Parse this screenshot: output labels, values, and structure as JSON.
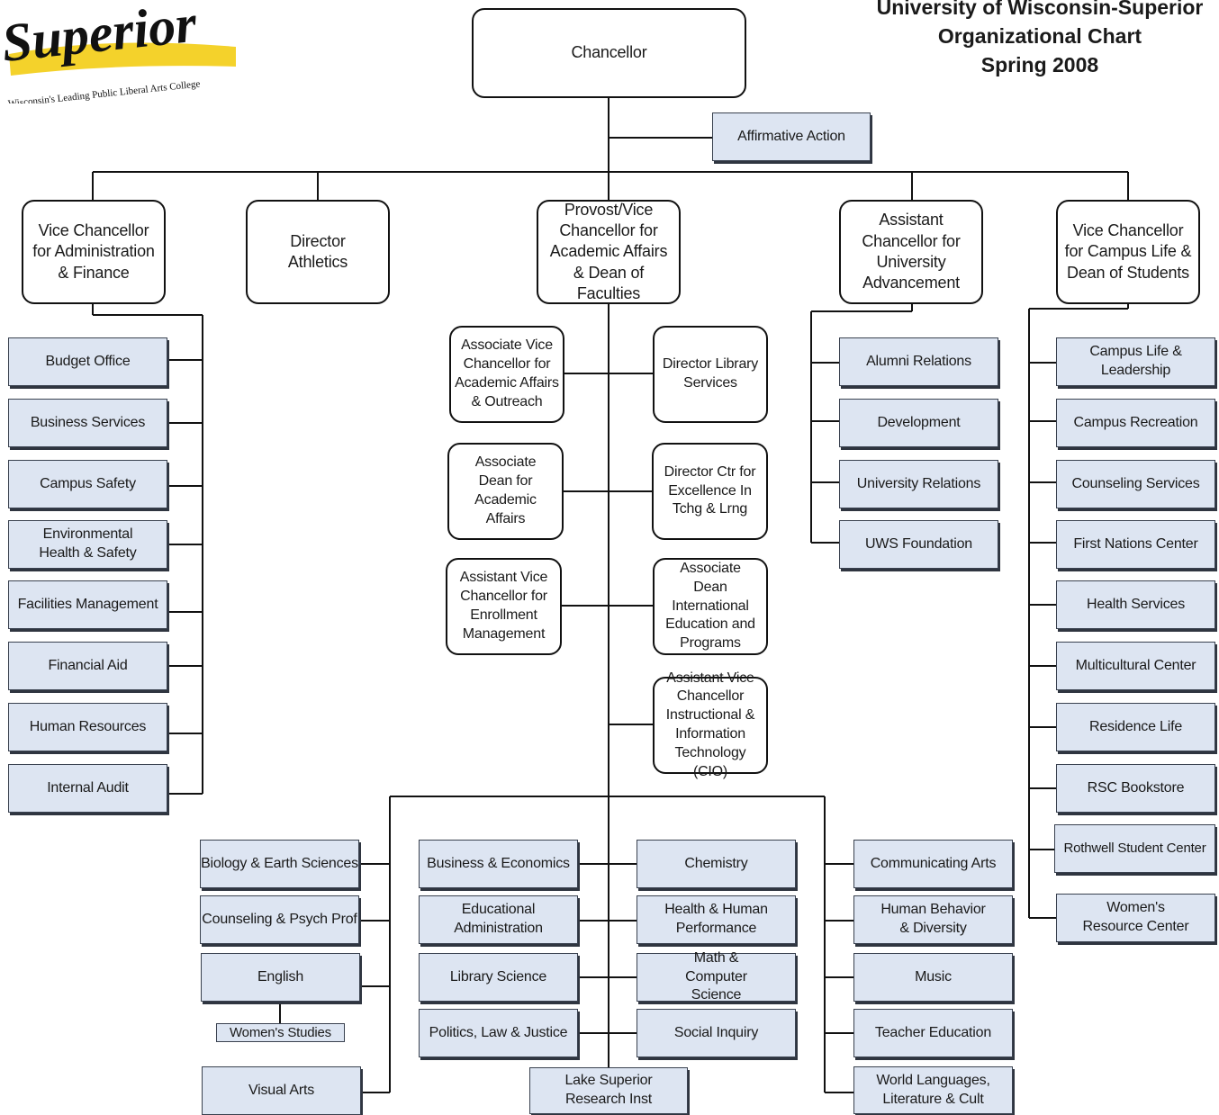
{
  "logo": {
    "wordmark": "Superior",
    "tagline": "Wisconsin's Leading Public Liberal Arts College",
    "accent_color": "#f4d22b"
  },
  "header": {
    "line1": "University of Wisconsin-Superior",
    "line2": "Organizational Chart",
    "line3": "Spring 2008"
  },
  "chancellor": "Chancellor",
  "affirmative_action": "Affirmative Action",
  "vc_admin": "Vice Chancellor for Administration & Finance",
  "director_athletics": "Director Athletics",
  "provost": "Provost/Vice Chancellor for Academic Affairs & Dean of Faculties",
  "asst_advancement": "Assistant Chancellor for University Advancement",
  "vc_campus_life": "Vice Chancellor for Campus Life & Dean of Students",
  "admin_units": [
    "Budget Office",
    "Business Services",
    "Campus Safety",
    "Environmental Health & Safety",
    "Facilities Management",
    "Financial Aid",
    "Human Resources",
    "Internal Audit"
  ],
  "provost_left": [
    "Associate Vice Chancellor for Academic Affairs & Outreach",
    "Associate Dean for Academic Affairs",
    "Assistant Vice Chancellor for Enrollment Management"
  ],
  "provost_right": [
    "Director Library Services",
    "Director Ctr for Excellence In Tchg & Lrng",
    "Associate Dean International Education and Programs",
    "Assistant Vice Chancellor Instructional & Information Technology (CIO)"
  ],
  "advancement_units": [
    "Alumni Relations",
    "Development",
    "University Relations",
    "UWS Foundation"
  ],
  "campus_life_units": [
    "Campus Life & Leadership",
    "Campus Recreation",
    "Counseling Services",
    "First Nations Center",
    "Health Services",
    "Multicultural Center",
    "Residence Life",
    "RSC Bookstore",
    "Rothwell Student Center",
    "Women's Resource Center"
  ],
  "departments": {
    "col1": [
      "Biology & Earth Sciences",
      "Counseling & Psych Prof",
      "English",
      "Visual Arts"
    ],
    "col1_sub": "Women's Studies",
    "col2": [
      "Business & Economics",
      "Educational Administration",
      "Library Science",
      "Politics, Law & Justice"
    ],
    "col3": [
      "Chemistry",
      "Health & Human Performance",
      "Math & Computer Science",
      "Social Inquiry"
    ],
    "col4": [
      "Communicating Arts",
      "Human Behavior & Diversity",
      "Music",
      "Teacher Education",
      "World Languages, Literature & Cult"
    ],
    "center": "Lake Superior Research Inst"
  }
}
